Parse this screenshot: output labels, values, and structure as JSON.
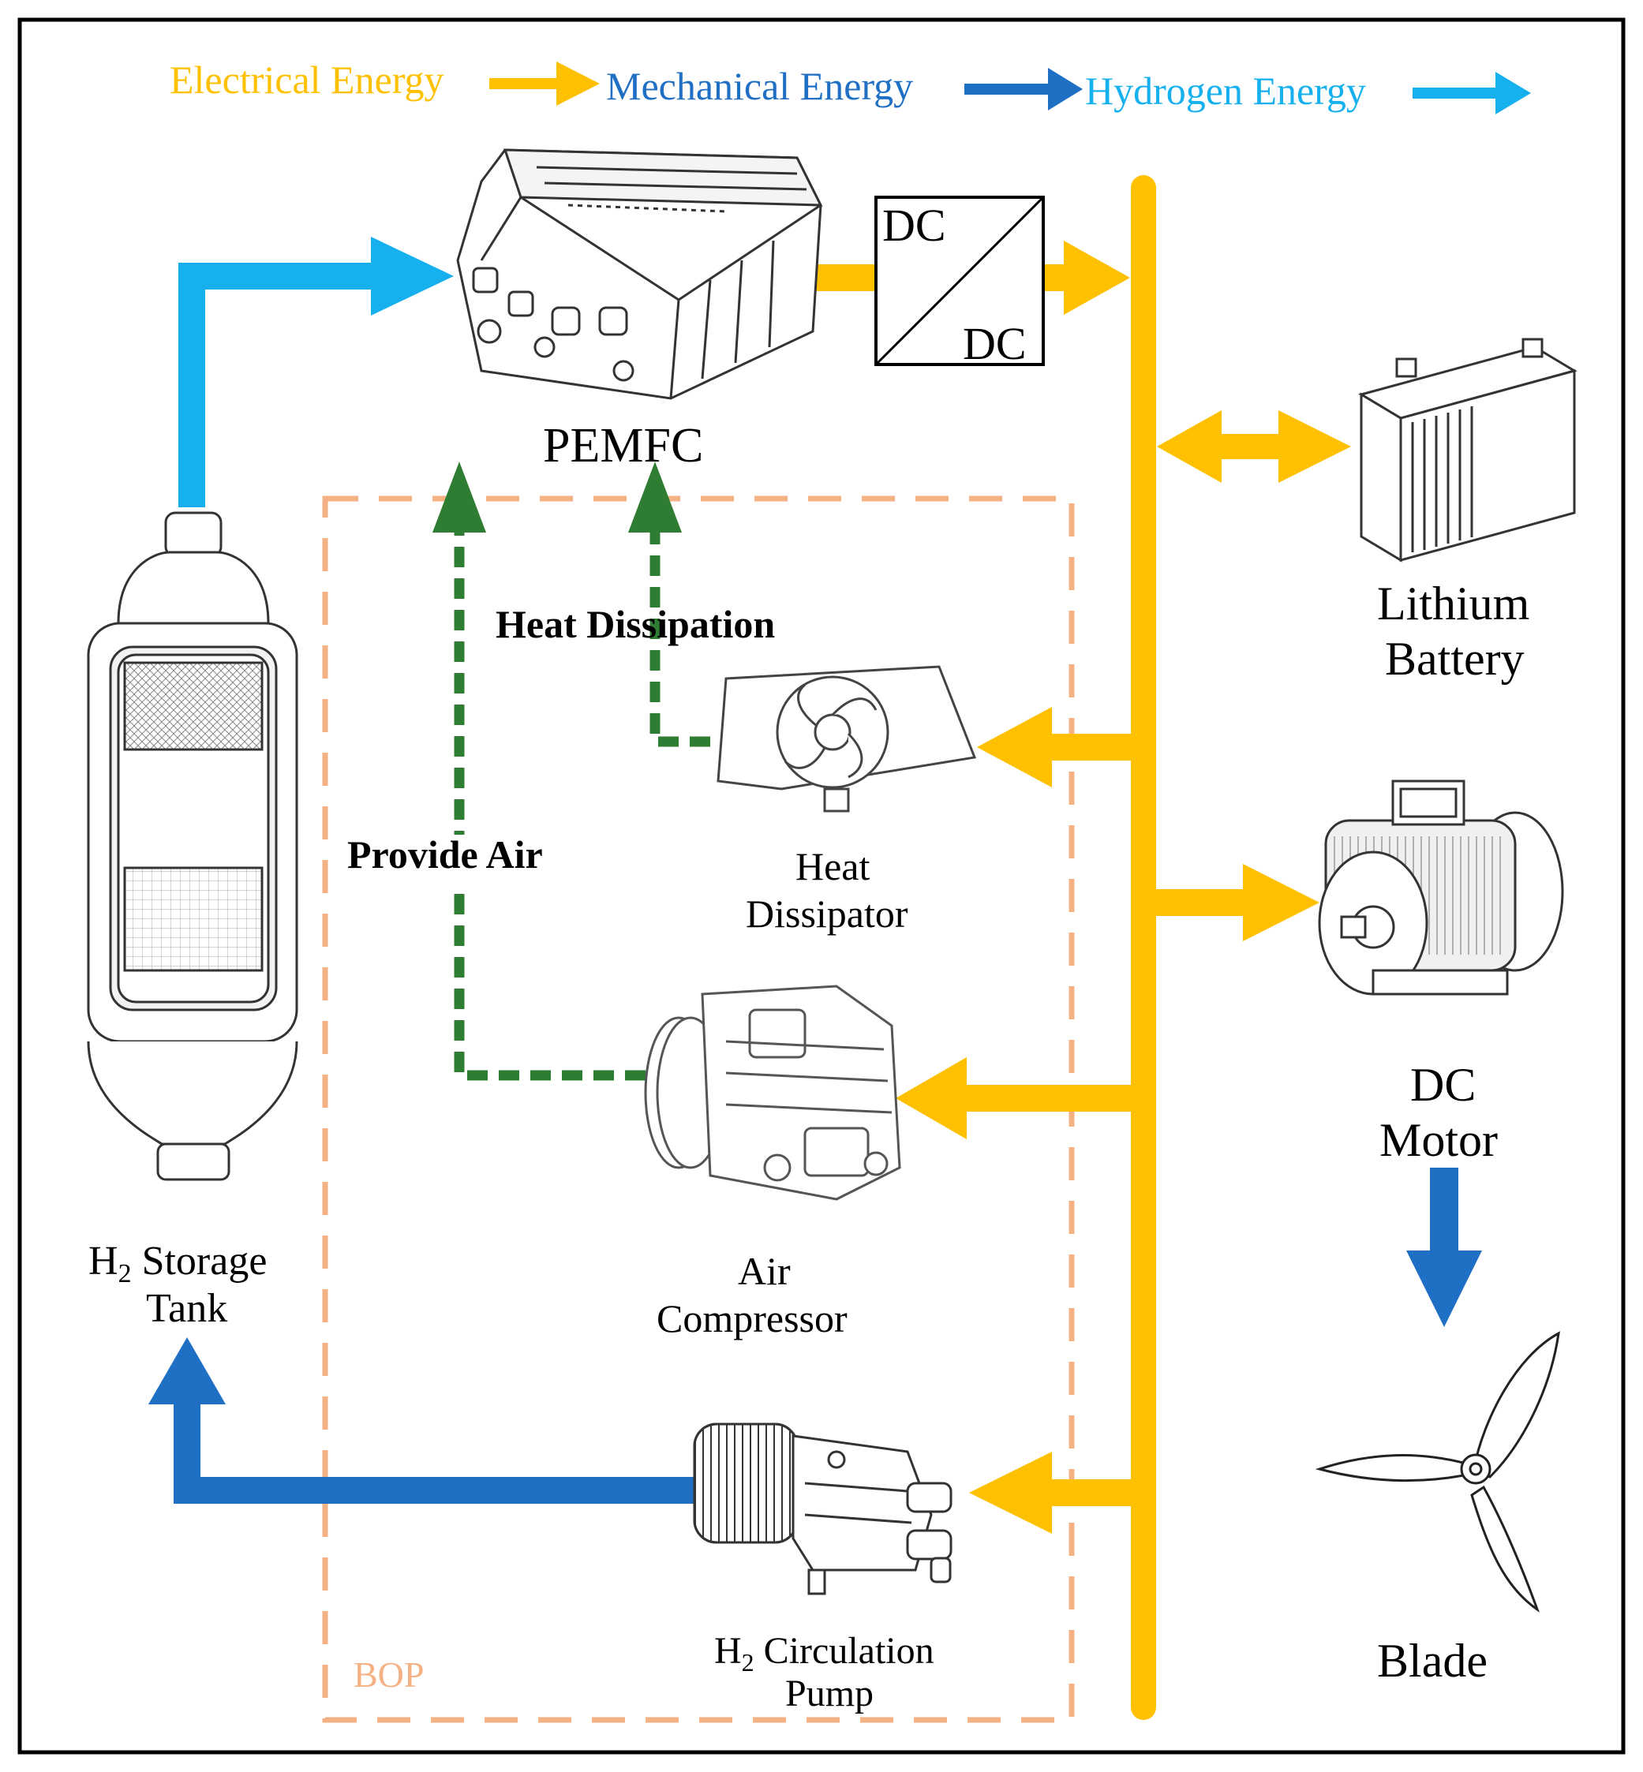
{
  "legend": {
    "electrical": "Electrical Energy",
    "mechanical": "Mechanical Energy",
    "hydrogen": "Hydrogen Energy"
  },
  "components": {
    "pemfc": "PEMFC",
    "dcdc_top": "DC",
    "dcdc_bottom": "DC",
    "battery_line1": "Lithium",
    "battery_line2": "Battery",
    "motor_line1": "DC",
    "motor_line2": "Motor",
    "blade": "Blade",
    "tank_h": "H",
    "tank_sub": "2",
    "tank_rest": " Storage",
    "tank_line2": "Tank",
    "dissipator_line1": "Heat",
    "dissipator_line2": "Dissipator",
    "compressor_line1": "Air",
    "compressor_line2": "Compressor",
    "pump_h": "H",
    "pump_sub": "2",
    "pump_rest": " Circulation",
    "pump_line2": "Pump",
    "bop": "BOP"
  },
  "annotations": {
    "heat_dissipation": "Heat Dissipation",
    "provide_air": "Provide Air"
  },
  "colors": {
    "electrical": "#FFC000",
    "mechanical": "#1F6FC5",
    "hydrogen": "#16B0EE",
    "air_heat": "#2E7D32",
    "bop_border": "#F4B183",
    "frame": "#000000"
  },
  "icons": {
    "tank": "hydrogen-tank-icon",
    "pemfc": "fuel-cell-stack-icon",
    "battery": "car-battery-icon",
    "motor": "electric-motor-icon",
    "blade": "propeller-icon",
    "dissipator": "radiator-fan-icon",
    "compressor": "air-compressor-icon",
    "pump": "circulation-pump-icon"
  }
}
